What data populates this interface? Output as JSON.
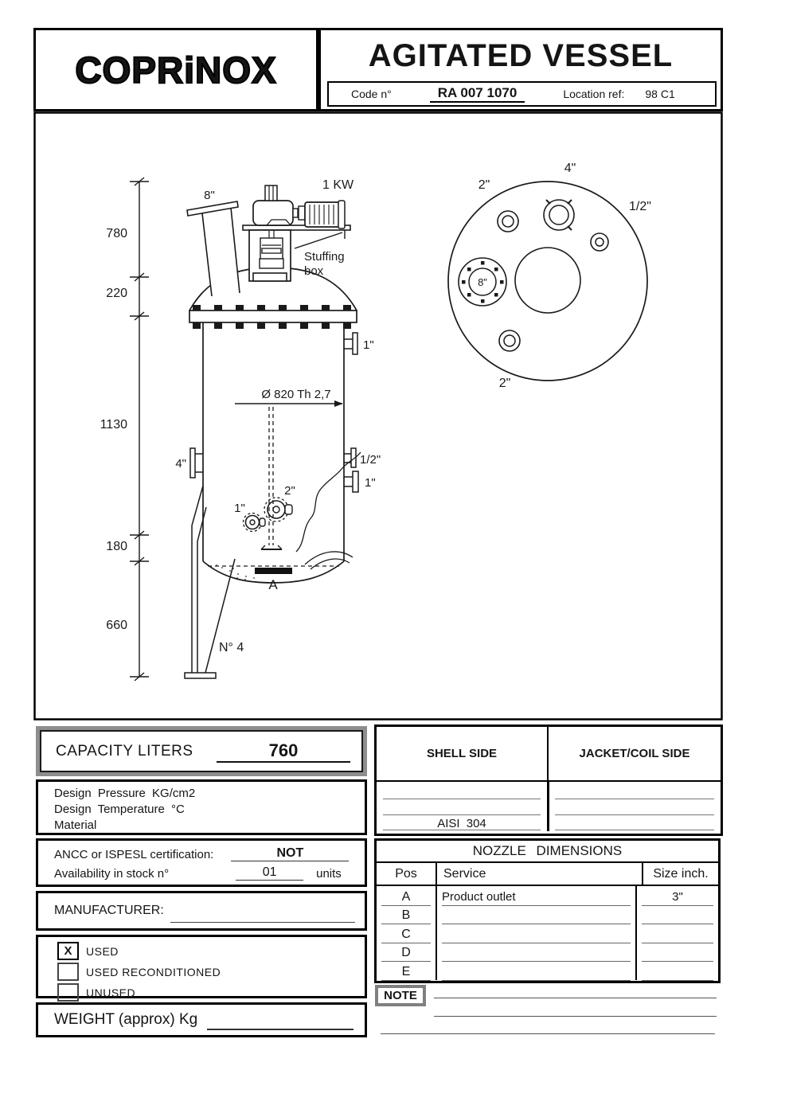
{
  "header": {
    "logo": "COPRiNOX",
    "title": "AGITATED VESSEL",
    "code_label": "Code  n°",
    "code_value": "RA 007 1070",
    "location_label": "Location ref:",
    "location_value": "98 C1"
  },
  "drawing": {
    "side_view": {
      "dims": {
        "d780": "780",
        "d220": "220",
        "d1130": "1130",
        "d180": "180",
        "d660": "660"
      },
      "motor_power": "1 KW",
      "stuffing_line1": "Stuffing",
      "stuffing_line2": "box",
      "nozzle_top_8": "8\"",
      "nozzle_right_1_upper": "1\"",
      "diameter_note": "Ø 820  Th 2,7",
      "nozzle_left_4": "4\"",
      "nozzle_right_half": "1/2\"",
      "nozzle_right_1_lower": "1\"",
      "nozzle_bottom_2": "2\"",
      "nozzle_bottom_1": "1\"",
      "outlet_label": "A",
      "legs_label": "N° 4"
    },
    "top_view": {
      "label_2_upper": "2\"",
      "label_4": "4\"",
      "label_half": "1/2\"",
      "label_8": "8\"",
      "label_2_lower": "2\""
    }
  },
  "capacity": {
    "label": "CAPACITY LITERS",
    "value": "760"
  },
  "design_box": {
    "row1": "Design  Pressure  KG/cm2",
    "row2": "Design  Temperature   °C",
    "row3": "Material"
  },
  "sides_table": {
    "shell_header": "SHELL SIDE",
    "jacket_header": "JACKET/COIL SIDE",
    "shell_material": "AISI  304"
  },
  "certification": {
    "label": "ANCC  or  ISPESL certification:",
    "value": "NOT",
    "stock_label": "Availability in stock n°",
    "stock_value": "01",
    "stock_units": "units"
  },
  "manufacturer": {
    "label": "MANUFACTURER:"
  },
  "condition": {
    "options": [
      {
        "mark": "X",
        "label": "USED"
      },
      {
        "mark": "",
        "label": "USED RECONDITIONED"
      },
      {
        "mark": "",
        "label": "UNUSED"
      }
    ]
  },
  "weight": {
    "label": "WEIGHT (approx) Kg"
  },
  "nozzle_table": {
    "title": "NOZZLE  DIMENSIONS",
    "col_pos": "Pos",
    "col_service": "Service",
    "col_size": "Size inch.",
    "rows": [
      {
        "pos": "A",
        "service": "Product outlet",
        "size": "3\""
      },
      {
        "pos": "B",
        "service": "",
        "size": ""
      },
      {
        "pos": "C",
        "service": "",
        "size": ""
      },
      {
        "pos": "D",
        "service": "",
        "size": ""
      },
      {
        "pos": "E",
        "service": "",
        "size": ""
      }
    ]
  },
  "note": {
    "label": "NOTE"
  }
}
